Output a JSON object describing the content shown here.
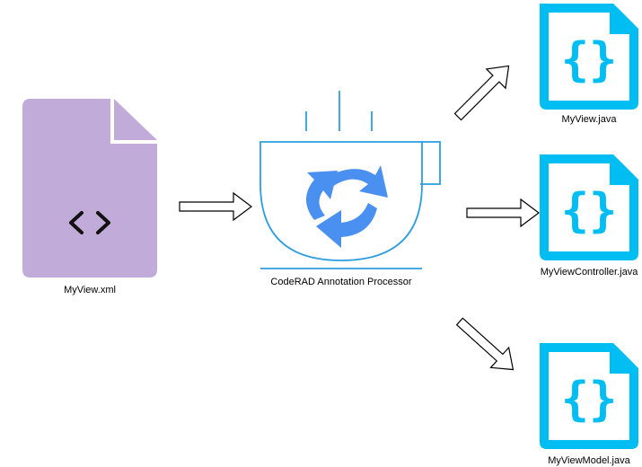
{
  "input": {
    "label": "MyView.xml",
    "icon": "code-file-icon",
    "color": "#c0abd9"
  },
  "processor": {
    "label": "CodeRAD Annotation Processor",
    "icon": "coffee-cup-icon",
    "accent": "#2d9ee0",
    "arrow_color": "#4a90f0"
  },
  "outputs": [
    {
      "label": "MyView.java",
      "icon": "json-file-icon"
    },
    {
      "label": "MyViewController.java",
      "icon": "json-file-icon"
    },
    {
      "label": "MyViewModel.java",
      "icon": "json-file-icon"
    }
  ],
  "output_color": "#00bef2",
  "flow_arrow_icon": "block-arrow-icon"
}
